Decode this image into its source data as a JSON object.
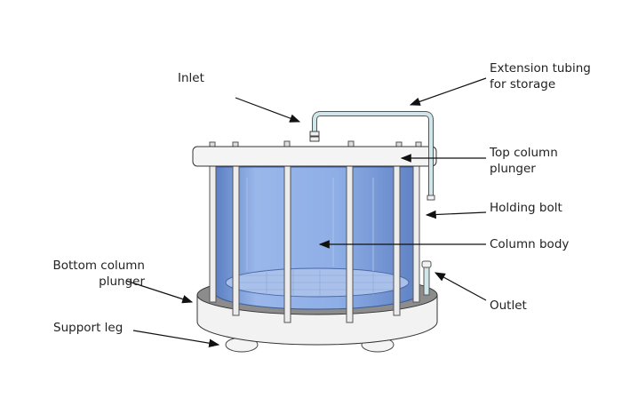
{
  "diagram": {
    "labels": {
      "inlet": "Inlet",
      "extension_tubing_1": "Extension tubing",
      "extension_tubing_2": "for storage",
      "top_plunger_1": "Top column",
      "top_plunger_2": "plunger",
      "holding_bolt": "Holding bolt",
      "column_body": "Column body",
      "outlet": "Outlet",
      "bottom_plunger_1": "Bottom column",
      "bottom_plunger_2": "plunger",
      "support_leg": "Support leg"
    },
    "colors": {
      "column": "#8fb0e6",
      "column_dark": "#5f82c4",
      "tubing": "#cfe6ea",
      "plate": "#f2f2f2",
      "plate_top_bottom": "#8a8a8a"
    }
  }
}
